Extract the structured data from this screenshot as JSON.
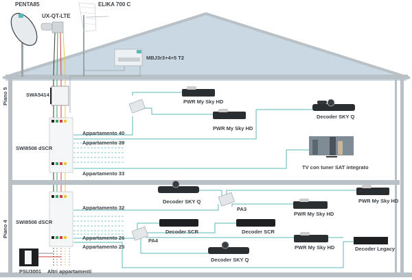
{
  "title": "Impianto distribuzione SAT dSCR multi-appartamento",
  "colors": {
    "roof_fill": "#c9d8e2",
    "wall": "#b9c1c6",
    "cable": "#5bb7b9",
    "dashed_cable": "#5bb7b9",
    "text": "#3a3f44",
    "cable_black": "#333333",
    "cable_green": "#3aa36a",
    "cable_red": "#d23a3a",
    "cable_yellow": "#e8c93c"
  },
  "antennas": {
    "dish": "PENTA85",
    "lnb": "UX-QT-LTE",
    "terrestrial": "ELIKA 700 C",
    "amplifier": "MBJ3r3+4+5 T2"
  },
  "floors": [
    {
      "label": "Piano 5",
      "switch_top": "SWA5414",
      "switch": "SWI8508 dSCR",
      "outputs": [
        "Appartamento 40",
        "Appartamento 39",
        "Appartamento 33"
      ],
      "splitters": [],
      "devices": [
        {
          "label": "PWR My Sky HD",
          "type": "skyhd"
        },
        {
          "label": "PWR My Sky HD",
          "type": "skyhd"
        },
        {
          "label": "Decoder SKY Q",
          "type": "skyq"
        },
        {
          "label": "TV con tuner SAT integrato",
          "type": "tv"
        }
      ]
    },
    {
      "label": "Piano 4",
      "switch": "SWI8508 dSCR",
      "psu": "PSU3001",
      "other": "Altri appartamenti",
      "outputs": [
        "Appartamento 32",
        "Appartamento 26",
        "Appartamento 25"
      ],
      "splitters": [
        "PA3",
        "PA4"
      ],
      "devices": [
        {
          "label": "Decoder SKY Q",
          "type": "skyq"
        },
        {
          "label": "PWR My Sky HD",
          "type": "skyhd"
        },
        {
          "label": "PWR My Sky HD",
          "type": "skyhd"
        },
        {
          "label": "Decoder SCR",
          "type": "scr"
        },
        {
          "label": "Decoder SCR",
          "type": "scr"
        },
        {
          "label": "Decoder SKY Q",
          "type": "skyq"
        },
        {
          "label": "PWR My Sky HD",
          "type": "skyhd"
        },
        {
          "label": "Decoder Legacy",
          "type": "legacy"
        }
      ]
    }
  ]
}
